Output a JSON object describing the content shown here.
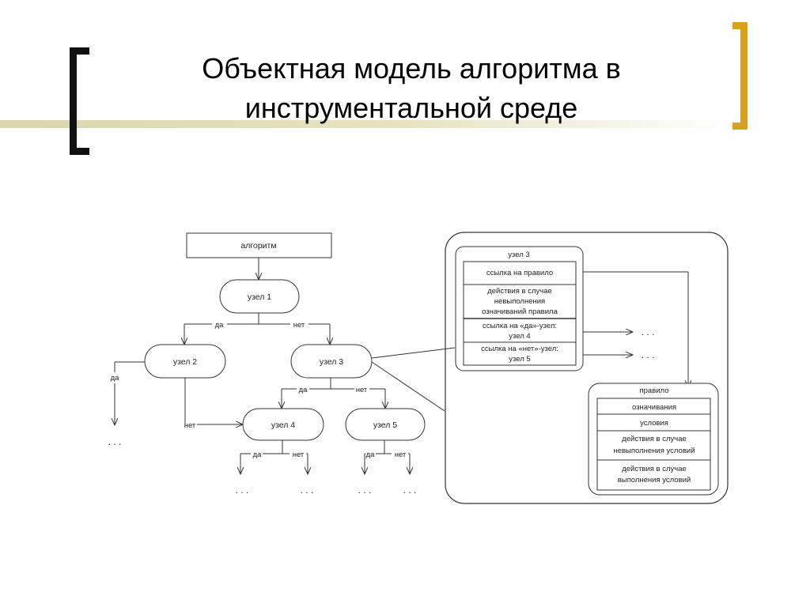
{
  "slide": {
    "title_line1": "Объектная модель алгоритма в",
    "title_line2": "инструментальной среде"
  },
  "colors": {
    "left_bracket": "#111111",
    "right_bracket": "#d7a21e",
    "title_band": "#d9d6ad"
  },
  "diagram": {
    "algorithm": "алгоритм",
    "node1": "узел 1",
    "node2": "узел 2",
    "node3": "узел 3",
    "node4": "узел 4",
    "node5": "узел 5",
    "yes": "да",
    "no": "нет",
    "ellipsis": ". . .",
    "node3_detail": {
      "title": "узел 3",
      "rule_link": "ссылка на правило",
      "actions_l1": "действия в случае",
      "actions_l2": "невыполнения",
      "actions_l3": "означиваний правила",
      "yes_link_l1": "ссылка на «да»-узел:",
      "yes_link_l2": "узел 4",
      "no_link_l1": "ссылка на «нет»-узел:",
      "no_link_l2": "узел 5"
    },
    "rule": {
      "title": "правило",
      "bindings": "означивания",
      "conditions": "условия",
      "fail_l1": "действия в случае",
      "fail_l2": "невыполнения условий",
      "ok_l1": "действия в случае",
      "ok_l2": "выполнения условий"
    }
  }
}
